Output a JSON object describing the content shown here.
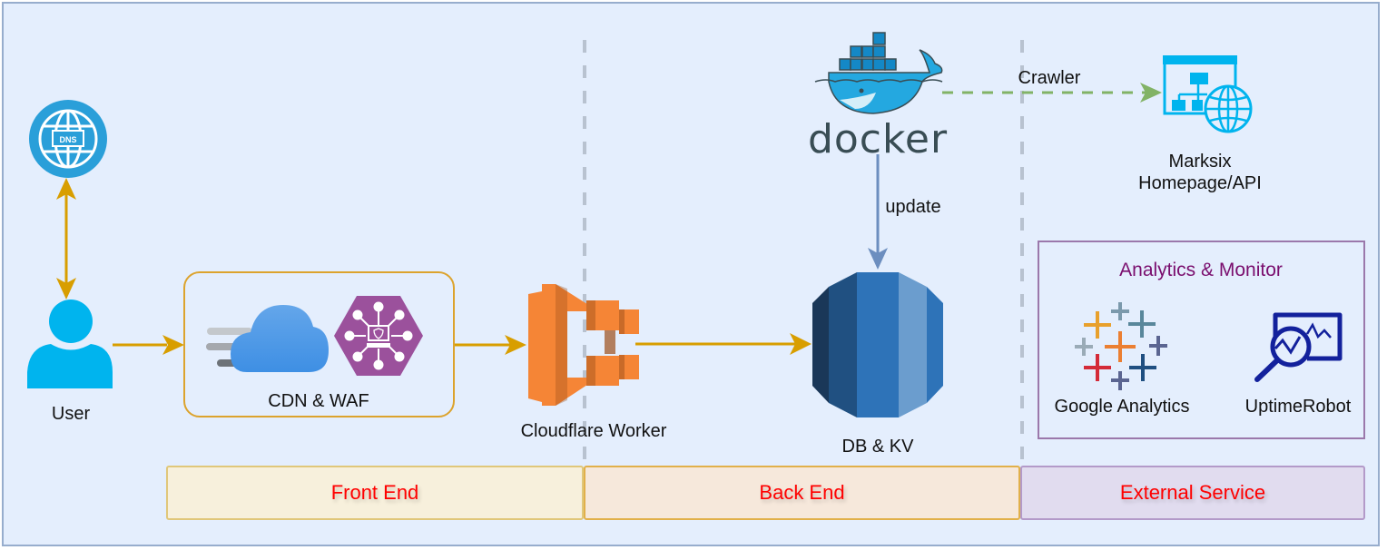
{
  "diagram": {
    "nodes": {
      "dns": {
        "icon": "dns-globe-icon",
        "badge": "DNS"
      },
      "user": {
        "icon": "user-icon",
        "label": "User"
      },
      "cdn_waf": {
        "label": "CDN & WAF",
        "icons": [
          "cdn-cloud-icon",
          "waf-shield-hexagon-icon"
        ]
      },
      "worker": {
        "icon": "compute-container-icon",
        "label": "Cloudflare Worker"
      },
      "docker": {
        "icon": "docker-whale-icon",
        "wordmark": "docker"
      },
      "db": {
        "icon": "database-icon",
        "label": "DB & KV"
      },
      "marksix": {
        "icon": "website-globe-icon",
        "label_line1": "Marksix",
        "label_line2": "Homepage/API"
      },
      "analytics_group": {
        "title": "Analytics & Monitor"
      },
      "google_analytics": {
        "icon": "analytics-crosses-icon",
        "label": "Google Analytics"
      },
      "uptimerobot": {
        "icon": "monitor-magnifier-icon",
        "label": "UptimeRobot"
      }
    },
    "edges": [
      {
        "from": "dns",
        "to": "user",
        "style": "solid",
        "bidirectional": true,
        "color": "#d89e00"
      },
      {
        "from": "user",
        "to": "cdn_waf",
        "style": "solid",
        "color": "#d89e00"
      },
      {
        "from": "cdn_waf",
        "to": "worker",
        "style": "solid",
        "color": "#d89e00"
      },
      {
        "from": "worker",
        "to": "db",
        "style": "solid",
        "color": "#d89e00"
      },
      {
        "from": "docker",
        "to": "db",
        "style": "solid",
        "label": "update",
        "color": "#6c8ebf"
      },
      {
        "from": "docker",
        "to": "marksix",
        "style": "dashed",
        "label": "Crawler",
        "color": "#82b366"
      }
    ],
    "lanes": [
      {
        "label": "Front End",
        "color": "#f7f0dc"
      },
      {
        "label": "Back End",
        "color": "#f6e8db"
      },
      {
        "label": "External Service",
        "color": "#e1dcef"
      }
    ],
    "colors": {
      "background": "#e4eefd",
      "frame": "#97adcd",
      "lane_text": "#ff0000",
      "flow_arrow": "#d89e00",
      "lane_divider": "#b8c2d0"
    }
  }
}
